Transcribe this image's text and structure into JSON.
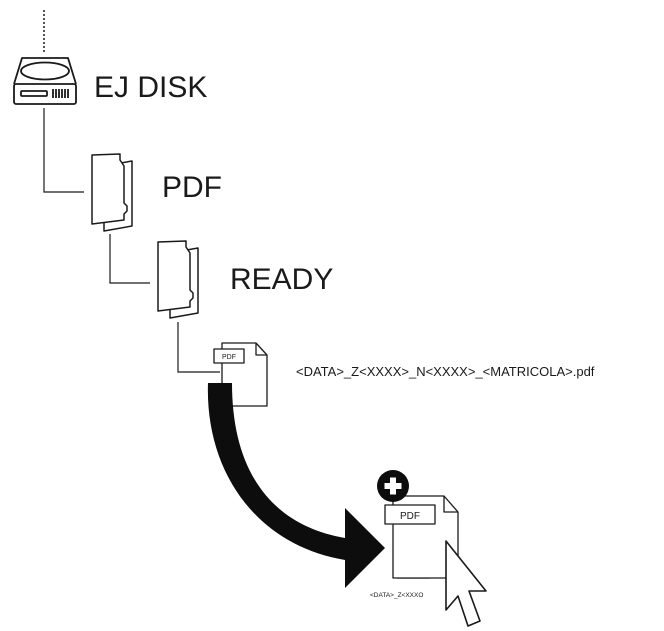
{
  "tree": {
    "disk_label": "EJ DISK",
    "folder1_label": "PDF",
    "folder2_label": "READY"
  },
  "file": {
    "type_tag": "PDF",
    "filename": "<DATA>_Z<XXXX>_N<XXXX>_<MATRICOLA>.pdf"
  },
  "drag_copy": {
    "type_tag": "PDF",
    "filename_truncated": "<DATA>_Z<XXXO"
  }
}
